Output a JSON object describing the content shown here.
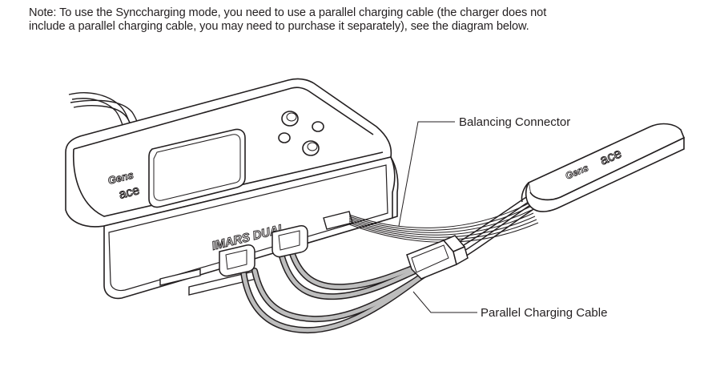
{
  "note": {
    "line1": "Note: To use the Synccharging mode, you need to use a parallel charging cable (the charger does not",
    "line2": "include a parallel charging cable, you may need to purchase it separately), see the diagram below."
  },
  "callouts": {
    "balancing_connector": "Balancing Connector",
    "parallel_cable": "Parallel Charging Cable"
  },
  "charger": {
    "model_label": "IMARS DUAL",
    "logo_word": "Gens",
    "logo_sub": "ace"
  },
  "battery": {
    "logo_word": "Gens",
    "logo_sub": "ace"
  },
  "colors": {
    "line": "#231f20",
    "cable_fill": "#bdbdbd",
    "white": "#ffffff"
  }
}
